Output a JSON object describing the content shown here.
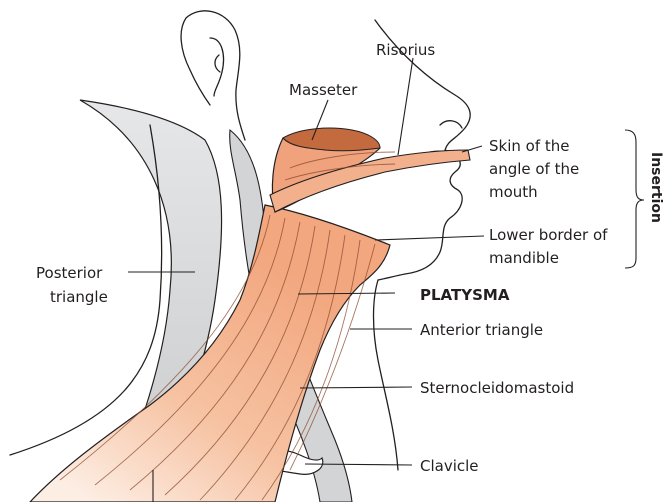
{
  "labels": {
    "risorius": "Risorius",
    "masseter": "Masseter",
    "skin_angle_mouth": [
      "Skin of the",
      "angle of the",
      "mouth"
    ],
    "lower_border_mandible": [
      "Lower border of",
      "mandible"
    ],
    "insertion": "Insertion",
    "posterior_triangle": [
      "Posterior",
      "triangle"
    ],
    "platysma": "PLATYSMA",
    "anterior_triangle": "Anterior triangle",
    "sternocleidomastoid": "Sternocleidomastoid",
    "clavicle": "Clavicle"
  },
  "colors": {
    "muscle_fill": "#f4b591",
    "muscle_light": "#fbe1cf",
    "masseter_fill": "#c46a3f",
    "gray_band": "#d3d4d6",
    "outline": "#231f20"
  }
}
